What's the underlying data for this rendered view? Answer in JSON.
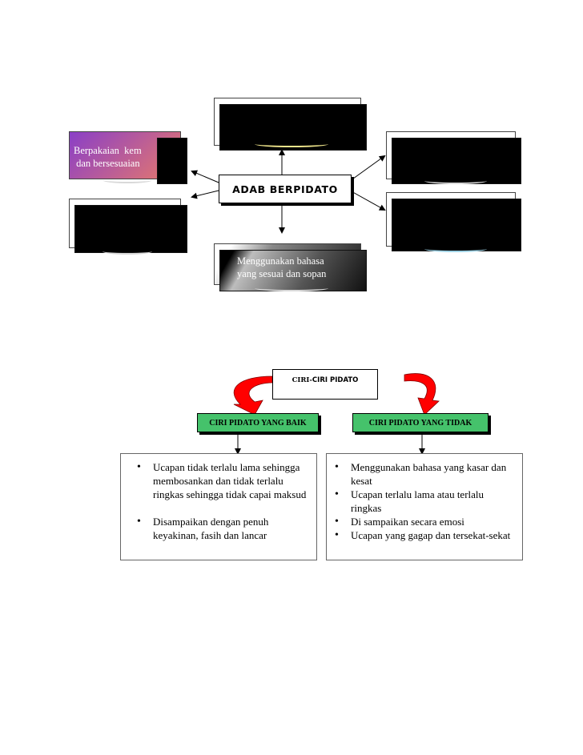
{
  "adab": {
    "title": "ADAB BERPIDATO",
    "box_left_top": "Berpakaian  kem\n dan bersesuaian",
    "box_bottom": "Menggunakan bahasa\nyang sesuai dan sopan"
  },
  "ciri": {
    "title_prefix": "CIRI-",
    "title_rest": "CIRI PIDATO",
    "good_label": "CIRI PIDATO YANG BAIK",
    "bad_label": "CIRI PIDATO YANG TIDAK",
    "good_items": [
      "Ucapan tidak terlalu lama sehingga membosankan dan tidak terlalu ringkas sehingga tidak capai maksud",
      "Disampaikan dengan penuh keyakinan, fasih dan lancar"
    ],
    "bad_items": [
      "Menggunakan bahasa yang kasar dan kesat",
      "Ucapan terlalu lama  atau terlalu ringkas",
      "Di sampaikan secara emosi",
      "Ucapan yang gagap dan tersekat-sekat"
    ]
  },
  "colors": {
    "box_fill": "#000000",
    "green": "#45c26b",
    "red_arrow": "#ff0000",
    "gradient_start": "#8a3fc7",
    "gradient_end": "#e87a6a"
  }
}
